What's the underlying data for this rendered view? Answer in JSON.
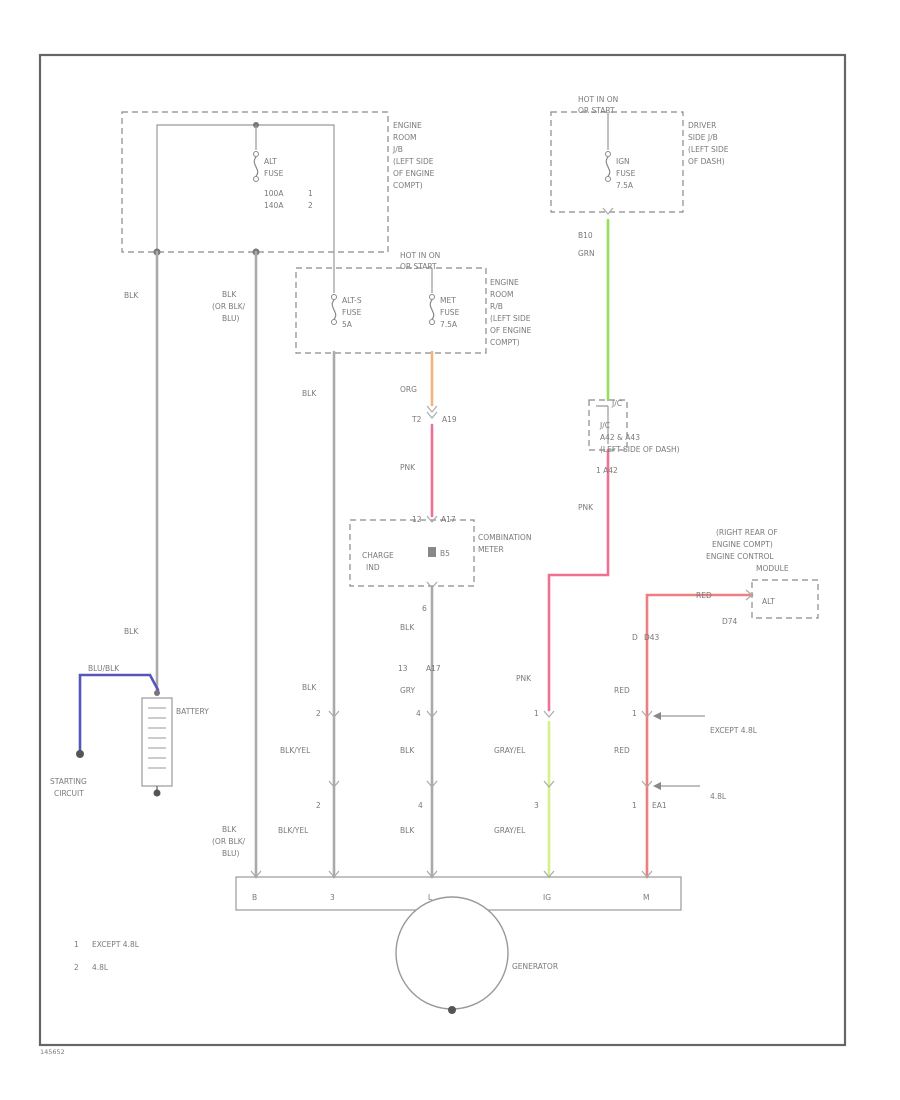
{
  "colors": {
    "grn": "#8fe05a",
    "org": "#f6b27a",
    "pnk": "#f07090",
    "red": "#f07e7e",
    "gray_yel": "#d6f08a",
    "blu_blk": "#5555bb",
    "blk": "#aaaaaa"
  },
  "icons": [
    "fuse-icon",
    "splice-icon",
    "connector-icon",
    "ground-icon",
    "battery-icon",
    "generator-icon"
  ],
  "fuse_box_1": {
    "lines": [
      "ENGINE",
      "ROOM",
      "J/B",
      "(LEFT SIDE",
      "OF ENGINE",
      "COMPT)"
    ]
  },
  "fuse_alt": {
    "lines": [
      "ALT",
      "FUSE",
      "100A",
      "140A"
    ],
    "notes": [
      "1",
      "2"
    ]
  },
  "hot_run_start_1": {
    "lines": [
      "HOT IN ON",
      "OR START"
    ]
  },
  "fuse_box_2": {
    "lines": [
      "ENGINE",
      "ROOM",
      "R/B",
      "(LEFT SIDE",
      "OF ENGINE",
      "COMPT)"
    ]
  },
  "fuse_alts": {
    "lines": [
      "ALT-S",
      "FUSE",
      "5A"
    ]
  },
  "fuse_met": {
    "lines": [
      "MET",
      "FUSE",
      "7.5A"
    ]
  },
  "hot_run_start_2": {
    "lines": [
      "HOT IN ON",
      "OR START"
    ]
  },
  "fuse_box_3": {
    "lines": [
      "DRIVER",
      "SIDE J/B",
      "(LEFT SIDE",
      "OF DASH)"
    ]
  },
  "fuse_ign": {
    "lines": [
      "IGN",
      "FUSE",
      "7.5A"
    ]
  },
  "wires": {
    "w_blk_left": "BLK",
    "w_blk_alt": [
      "BLK",
      "(OR BLK/",
      "BLU)"
    ],
    "w_blk_alts": "BLK",
    "w_org": "ORG",
    "w_pnk_1": "PNK",
    "w_byg": "B10",
    "w_grn": "GRN",
    "w_pnk_2": "PNK",
    "w_blk_batt": "BLK",
    "w_blk_lower": "BLK",
    "w_blk_mid": "BLK",
    "w_gry": "GRY",
    "w_pnk_3": "PNK",
    "w_red_1": "RED",
    "w_red_2": "RED",
    "w_red_3": "RED",
    "w_blk_yel_1": "BLK/YEL",
    "w_blk_yel_2": "BLK/YEL",
    "w_blk_low_2": "BLK",
    "w_blk_low_3": "BLK",
    "w_gry_yel_1": "GRAY/EL",
    "w_gry_yel_2": "GRAY/EL",
    "w_blk_bottom": [
      "BLK",
      "(OR BLK/",
      "BLU)"
    ],
    "w_blu_blk": "BLU/BLK"
  },
  "connectors": {
    "c_t2": "T2",
    "c_a19": "A19",
    "c_12": "12",
    "c_a17": "A17",
    "c_jc": "J/C",
    "c_jc_desc": [
      "J/C",
      "A42 & A43",
      "(LEFT SIDE OF DASH)"
    ],
    "c_a42": "1   A42",
    "c_6": "6",
    "c_2a": "2",
    "c_4a": "4",
    "c_1a": "1",
    "c_1b": "1",
    "c_b5": "B5",
    "c_2b": "2",
    "c_4b": "4",
    "c_3": "3",
    "c_1c": "1",
    "c_ea1": "EA1",
    "c_d43": "D43",
    "c_13": "13",
    "c_d": "D"
  },
  "combination_meter": {
    "label": [
      "COMBINATION",
      "METER"
    ],
    "inner": [
      "CHARGE",
      "IND"
    ]
  },
  "ecm": {
    "label": [
      "(RIGHT REAR OF",
      "ENGINE COMPT)",
      "ENGINE CONTROL",
      "MODULE"
    ],
    "pin": "ALT",
    "pin_no": "D74"
  },
  "battery": {
    "label": "BATTERY"
  },
  "starting_circuit": {
    "label": [
      "STARTING",
      "CIRCUIT"
    ]
  },
  "except_48l": "EXCEPT 4.8L",
  "only_48l": "4.8L",
  "generator": {
    "label": "GENERATOR",
    "pins": [
      "B",
      "3",
      "L",
      "IG",
      "M"
    ]
  },
  "legend": [
    {
      "num": "1",
      "text": "EXCEPT 4.8L"
    },
    {
      "num": "2",
      "text": "4.8L"
    }
  ],
  "footer_code": "145652"
}
